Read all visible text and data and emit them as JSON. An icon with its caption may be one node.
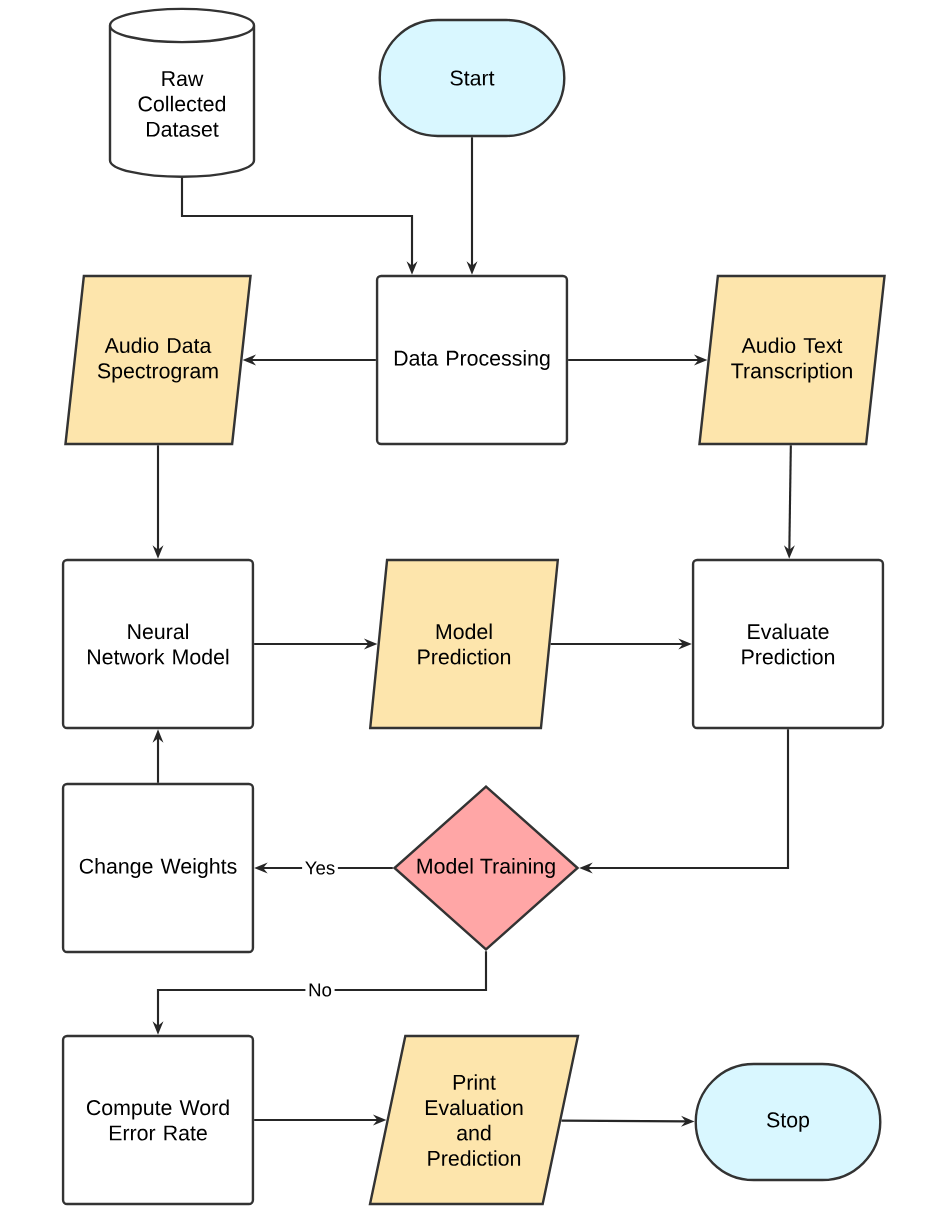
{
  "diagram": {
    "nodes": [
      {
        "text": [
          "Raw Collected Dataset"
        ]
      },
      {
        "text": [
          "Start"
        ]
      },
      {
        "text": [
          "Data Processing"
        ]
      },
      {
        "text": [
          "Audio Data Spectrogram"
        ]
      },
      {
        "text": [
          "Audio Text Transcription"
        ]
      },
      {
        "text": [
          "Neural Network Model"
        ]
      },
      {
        "text": [
          "Model Prediction"
        ]
      },
      {
        "text": [
          "Evaluate Prediction"
        ]
      },
      {
        "text": [
          "Change Weights"
        ]
      },
      {
        "text": [
          "Model Training"
        ]
      },
      {
        "text": [
          "Compute Word Error Rate"
        ]
      },
      {
        "text": [
          "Print Evaluation and Prediction"
        ]
      },
      {
        "text": [
          "Stop"
        ]
      }
    ],
    "edges": [
      {
        "from": 0,
        "to": 2,
        "arrow": "to"
      },
      {
        "from": 1,
        "to": 2,
        "arrow": "to"
      },
      {
        "from": 2,
        "to": 3,
        "arrow": "to"
      },
      {
        "from": 2,
        "to": 4,
        "arrow": "to"
      },
      {
        "from": 3,
        "to": 5,
        "arrow": "to"
      },
      {
        "from": 4,
        "to": 7,
        "arrow": "to"
      },
      {
        "from": 5,
        "to": 6,
        "arrow": "to"
      },
      {
        "from": 6,
        "to": 7,
        "arrow": "to"
      },
      {
        "from": 7,
        "to": 9,
        "arrow": "to"
      },
      {
        "from": 9,
        "to": 8,
        "arrow": "to",
        "label": "Yes"
      },
      {
        "from": 8,
        "to": 5,
        "arrow": "to"
      },
      {
        "from": 9,
        "to": 10,
        "arrow": "to",
        "label": "No"
      },
      {
        "from": 10,
        "to": 11,
        "arrow": "to"
      },
      {
        "from": 11,
        "to": 12,
        "arrow": "to"
      }
    ]
  }
}
